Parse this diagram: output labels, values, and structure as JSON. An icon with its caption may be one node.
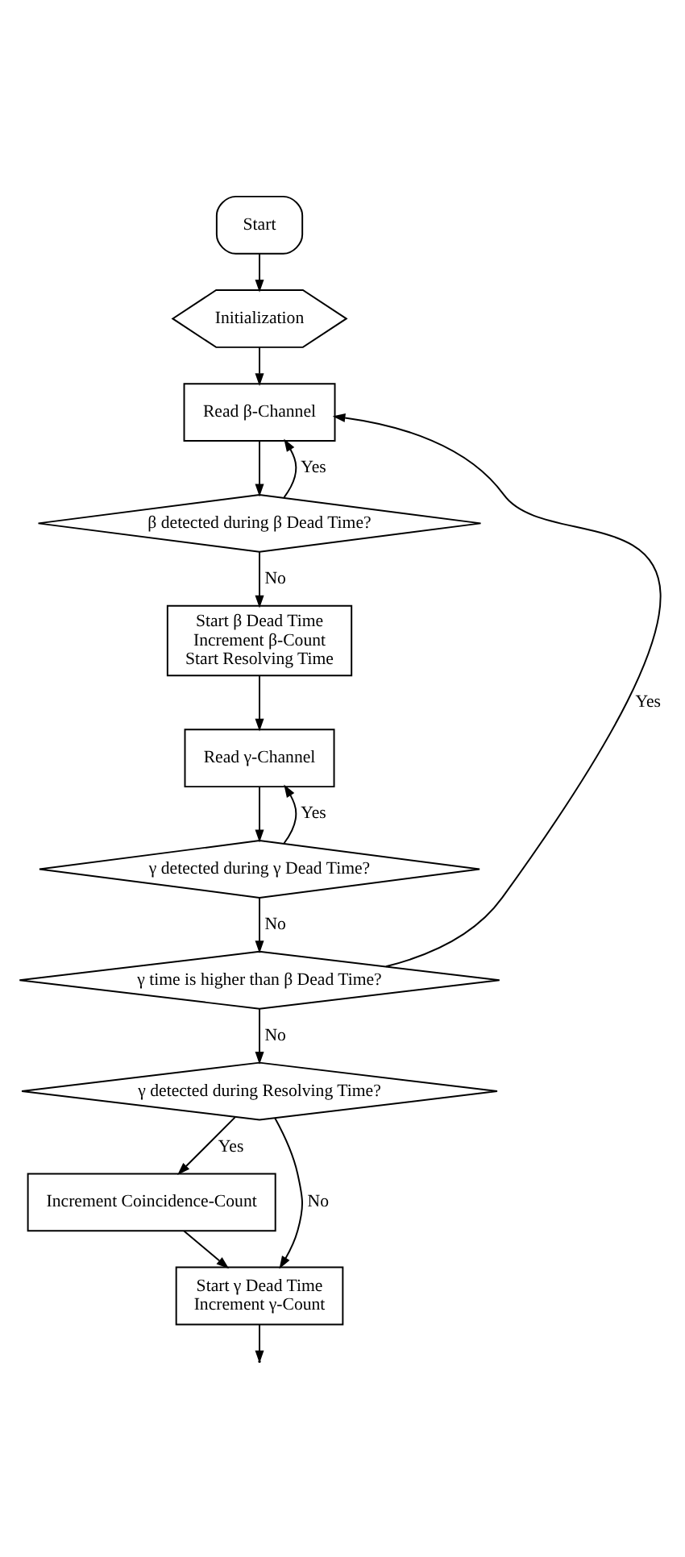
{
  "diagram": {
    "nodes": [
      {
        "text": [
          "Start"
        ]
      },
      {
        "text": [
          "Initialization"
        ]
      },
      {
        "text": [
          "Read β-Channel"
        ]
      },
      {
        "text": [
          "β detected during β Dead Time?"
        ]
      },
      {
        "text": [
          "Start β Dead Time",
          "Increment β-Count",
          "Start Resolving Time"
        ]
      },
      {
        "text": [
          "Read γ-Channel"
        ]
      },
      {
        "text": [
          "γ detected during γ Dead Time?"
        ]
      },
      {
        "text": [
          "γ time is higher than β Dead Time?"
        ]
      },
      {
        "text": [
          "γ detected during Resolving Time?"
        ]
      },
      {
        "text": [
          "Increment Coincidence-Count"
        ]
      },
      {
        "text": [
          "Start γ Dead Time",
          "Increment γ-Count"
        ]
      }
    ],
    "edges": [
      {
        "from": 0,
        "to": 1,
        "arrow": "to"
      },
      {
        "from": 1,
        "to": 2,
        "arrow": "to"
      },
      {
        "from": 2,
        "to": 3,
        "arrow": "to"
      },
      {
        "from": 3,
        "to": 2,
        "label": "Yes",
        "arrow": "to"
      },
      {
        "from": 3,
        "to": 4,
        "label": "No",
        "arrow": "to"
      },
      {
        "from": 4,
        "to": 5,
        "arrow": "to"
      },
      {
        "from": 5,
        "to": 6,
        "arrow": "to"
      },
      {
        "from": 6,
        "to": 5,
        "label": "Yes",
        "arrow": "to"
      },
      {
        "from": 6,
        "to": 7,
        "label": "No",
        "arrow": "to"
      },
      {
        "from": 7,
        "to": 2,
        "label": "Yes",
        "arrow": "to"
      },
      {
        "from": 7,
        "to": 8,
        "label": "No",
        "arrow": "to"
      },
      {
        "from": 8,
        "to": 9,
        "label": "Yes",
        "arrow": "to"
      },
      {
        "from": 8,
        "to": 10,
        "label": "No",
        "arrow": "to"
      },
      {
        "from": 9,
        "to": 10,
        "arrow": "to"
      },
      {
        "from": 10,
        "to": null,
        "arrow": "to"
      }
    ]
  }
}
